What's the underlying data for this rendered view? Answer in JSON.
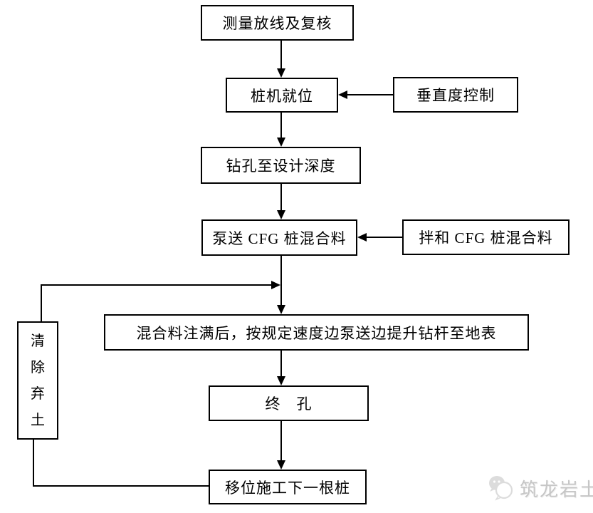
{
  "nodes": {
    "survey": {
      "label": "测量放线及复核"
    },
    "pile_rig": {
      "label": "桩机就位"
    },
    "verticality": {
      "label": "垂直度控制"
    },
    "drill": {
      "label": "钻孔至设计深度"
    },
    "pump": {
      "label": "泵送 CFG 桩混合料"
    },
    "mix": {
      "label": "拌和 CFG 桩混合料"
    },
    "lift": {
      "label": "混合料注满后，按规定速度边泵送边提升钻杆至地表"
    },
    "final_hole": {
      "label": "终　孔"
    },
    "move": {
      "label": "移位施工下一根桩"
    },
    "clear_soil": {
      "label": "清除弃土",
      "chars": [
        "清",
        "除",
        "弃",
        "土"
      ]
    }
  },
  "colors": {
    "line": "#000000",
    "background": "#ffffff",
    "watermark": "#c6c6c6"
  },
  "watermark": {
    "text": "筑龙岩土",
    "logo": "chat-bubbles-icon"
  }
}
